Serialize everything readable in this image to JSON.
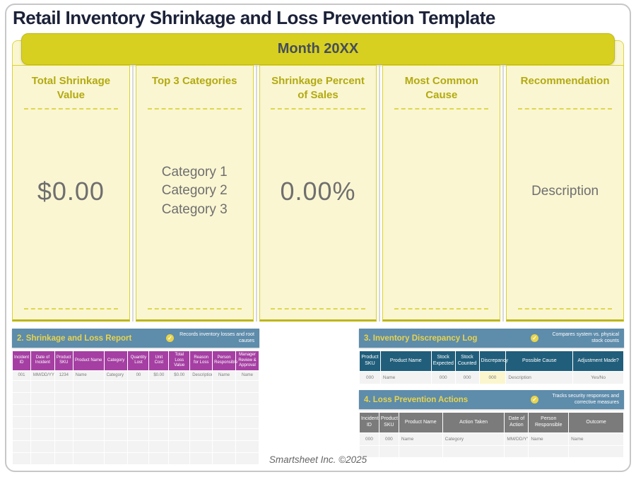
{
  "title": "Retail Inventory Shrinkage and Loss Prevention Template",
  "banner": {
    "label": "Month 20XX"
  },
  "summary_cards": [
    {
      "header": "Total Shrinkage Value",
      "value": "$0.00"
    },
    {
      "header": "Top 3 Categories",
      "lines": [
        "Category 1",
        "Category 2",
        "Category 3"
      ]
    },
    {
      "header": "Shrinkage Percent of Sales",
      "value": "0.00%"
    },
    {
      "header": "Most Common Cause",
      "value": ""
    },
    {
      "header": "Recommendation",
      "value": "Description"
    }
  ],
  "tables": {
    "shrinkage_report": {
      "section_title": "2. Shrinkage and Loss Report",
      "badge_text": "Records inventory losses and root causes",
      "header_bg": "#a53fa3",
      "columns": [
        "Incident ID",
        "Date of Incident",
        "Product SKU",
        "Product Name",
        "Category",
        "Quantity Lost",
        "Unit Cost",
        "Total Loss Value",
        "Reason for Loss",
        "Person Responsible",
        "Manager Review & Approval"
      ],
      "widths": [
        26,
        34,
        26,
        44,
        34,
        30,
        28,
        30,
        32,
        33,
        33
      ],
      "align": [
        "c",
        "c",
        "c",
        "l",
        "l",
        "c",
        "c",
        "c",
        "l",
        "c",
        "c"
      ],
      "header_align": [
        "c",
        "c",
        "c",
        "c",
        "c",
        "c",
        "c",
        "c",
        "c",
        "c",
        "c"
      ],
      "rows": [
        [
          "001",
          "MM/DD/YY",
          "1234",
          "Name",
          "Category",
          "00",
          "$0.00",
          "$0.00",
          "Description",
          "Name",
          "Name"
        ]
      ],
      "empty_rows": 7
    },
    "discrepancy_log": {
      "section_title": "3. Inventory Discrepancy Log",
      "badge_text": "Compares system vs. physical stock counts",
      "header_bg": "#205e7b",
      "columns": [
        "Product SKU",
        "Product Name",
        "Stock Expected",
        "Stock Counted",
        "Discrepancy",
        "Possible Cause",
        "Adjustment Made?"
      ],
      "widths": [
        30,
        72,
        34,
        34,
        38,
        95,
        72
      ],
      "align": [
        "c",
        "l",
        "c",
        "c",
        "c",
        "l",
        "c"
      ],
      "header_align": [
        "c",
        "l",
        "c",
        "c",
        "c",
        "l",
        "c"
      ],
      "rows": [
        [
          "000",
          "Name",
          "000",
          "000",
          "000",
          "Description",
          "Yes/No"
        ]
      ],
      "highlight_cell": {
        "row": 0,
        "col": 4
      },
      "empty_rows": 0
    },
    "loss_prevention": {
      "section_title": "4. Loss Prevention Actions",
      "badge_text": "Tracks security responses and corrective measures",
      "header_bg": "#7b7b7b",
      "columns": [
        "Incident ID",
        "Product SKU",
        "Product Name",
        "Action Taken",
        "Date of Action",
        "Person Responsible",
        "Outcome"
      ],
      "widths": [
        28,
        28,
        62,
        88,
        34,
        57,
        78
      ],
      "align": [
        "c",
        "c",
        "l",
        "l",
        "c",
        "l",
        "l"
      ],
      "header_align": [
        "c",
        "c",
        "l",
        "l",
        "c",
        "l",
        "l"
      ],
      "rows": [
        [
          "000",
          "000",
          "Name",
          "Category",
          "MM/DD/YY",
          "Name",
          "Name"
        ]
      ],
      "empty_rows": 1
    }
  },
  "footer": "Smartsheet Inc. ©2025",
  "icons": {
    "badge_check": "✓"
  },
  "colors": {
    "title_navy": "#1b2138",
    "banner_yellow": "#d7d020",
    "card_bg": "#faf6d2",
    "card_border": "#d9d22b",
    "card_header_text": "#b3aa10",
    "value_gray": "#6f6f6f",
    "section_bar_blue": "#5e8cab",
    "section_title_yellow": "#e8d44c",
    "table2_header": "#a53fa3",
    "table3_header": "#205e7b",
    "table4_header": "#7b7b7b",
    "highlight_cell": "#fbf6cd"
  }
}
